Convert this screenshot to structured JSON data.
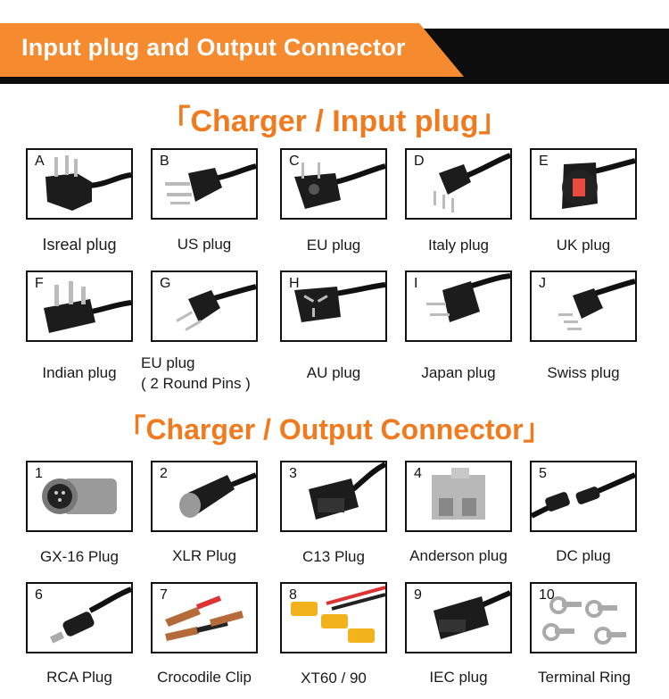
{
  "banner": {
    "title": "Input plug and Output Connector"
  },
  "input_section": {
    "title": "「Charger / Input plug」",
    "items": [
      {
        "letter": "A",
        "label": "Isreal plug"
      },
      {
        "letter": "B",
        "label": "US plug"
      },
      {
        "letter": "C",
        "label": "EU plug"
      },
      {
        "letter": "D",
        "label": "Italy plug"
      },
      {
        "letter": "E",
        "label": "UK plug"
      },
      {
        "letter": "F",
        "label": "Indian plug"
      },
      {
        "letter": "G",
        "label": "EU plug",
        "label2": "( 2 Round Pins )"
      },
      {
        "letter": "H",
        "label": "AU plug"
      },
      {
        "letter": "I",
        "label": "Japan plug"
      },
      {
        "letter": "J",
        "label": "Swiss plug"
      }
    ]
  },
  "output_section": {
    "title": "「Charger / Output Connector」",
    "items": [
      {
        "letter": "1",
        "label": "GX-16 Plug"
      },
      {
        "letter": "2",
        "label": "XLR Plug"
      },
      {
        "letter": "3",
        "label": "C13 Plug"
      },
      {
        "letter": "4",
        "label": "Anderson plug"
      },
      {
        "letter": "5",
        "label": "DC plug"
      },
      {
        "letter": "6",
        "label": "RCA Plug"
      },
      {
        "letter": "7",
        "label": "Crocodile Clip"
      },
      {
        "letter": "8",
        "label": "XT60 / 90"
      },
      {
        "letter": "9",
        "label": "IEC plug"
      },
      {
        "letter": "10",
        "label": "Terminal Ring"
      }
    ]
  },
  "colors": {
    "accent": "#f58a2f",
    "title": "#f07a1d",
    "banner_bg": "#0d0d0d"
  }
}
